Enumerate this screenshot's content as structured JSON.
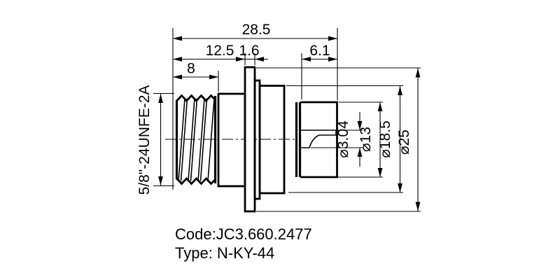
{
  "drawing": {
    "kind": "connector-technical-drawing",
    "colors": {
      "line": "#000000",
      "background": "#ffffff"
    },
    "dimensions": {
      "overall_length": "28.5",
      "front_to_flange": "12.5",
      "flange_thickness": "1.6",
      "rear_section_length": "6.1",
      "thread_length": "8",
      "thread_spec": "5/8\"-24UNFE-2A",
      "contact_diameter": "⌀3.04",
      "rear_body_diameter": "⌀13",
      "body_diameter": "⌀18.5",
      "flange_diameter": "⌀25"
    },
    "title_block": {
      "code_line": "Code:JC3.660.2477",
      "type_line": "Type: N-KY-44"
    }
  }
}
